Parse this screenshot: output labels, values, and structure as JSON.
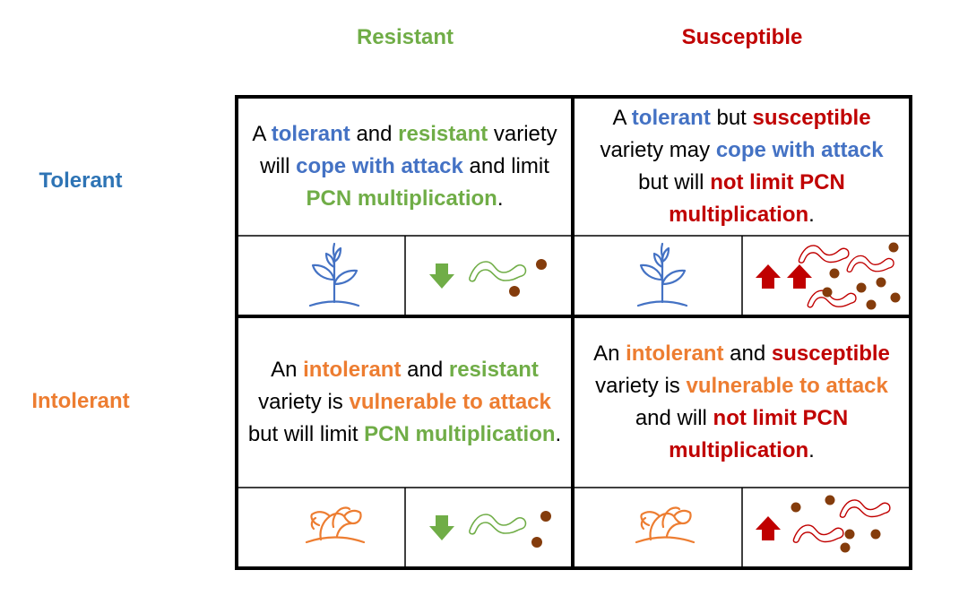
{
  "columns": {
    "resistant": "Resistant",
    "susceptible": "Susceptible"
  },
  "rows": {
    "tolerant": "Tolerant",
    "intolerant": "Intolerant"
  },
  "cells": {
    "tolerant_resistant": {
      "t1": "A ",
      "k1": "tolerant",
      "t2": " and ",
      "k2": "resistant",
      "t3": " variety will ",
      "k3": "cope with attack",
      "t4": " and limit ",
      "k4": "PCN multiplication",
      "t5": "."
    },
    "tolerant_susceptible": {
      "t1": "A ",
      "k1": "tolerant",
      "t2": " but ",
      "k2": "susceptible",
      "t3": " variety may ",
      "k3": "cope with attack",
      "t4": " but will ",
      "k4": "not limit PCN multiplication",
      "t5": "."
    },
    "intolerant_resistant": {
      "t1": "An ",
      "k1": "intolerant",
      "t2": " and ",
      "k2": "resistant",
      "t3": " variety is ",
      "k3": "vulnerable to attack",
      "t4": " but will limit ",
      "k4": "PCN multiplication",
      "t5": "."
    },
    "intolerant_susceptible": {
      "t1": "An ",
      "k1": "intolerant",
      "t2": " and ",
      "k2": "susceptible",
      "t3": " variety is ",
      "k3": "vulnerable to attack",
      "t4": " and will ",
      "k4": "not limit PCN multiplication",
      "t5": "."
    }
  },
  "colors": {
    "resistant": "#70ad47",
    "susceptible": "#c00000",
    "tolerant": "#4472c4",
    "tolerant_heading": "#2e74b5",
    "intolerant": "#ed7d31",
    "cyst": "#843c0c"
  },
  "icons": {
    "healthy_plant": "healthy-plant-icon",
    "wilted_plant": "wilted-plant-icon",
    "down_arrow": "down-arrow-icon",
    "up_arrow": "up-arrow-icon",
    "nematode": "nematode-icon",
    "cyst": "cyst-dot-icon"
  }
}
